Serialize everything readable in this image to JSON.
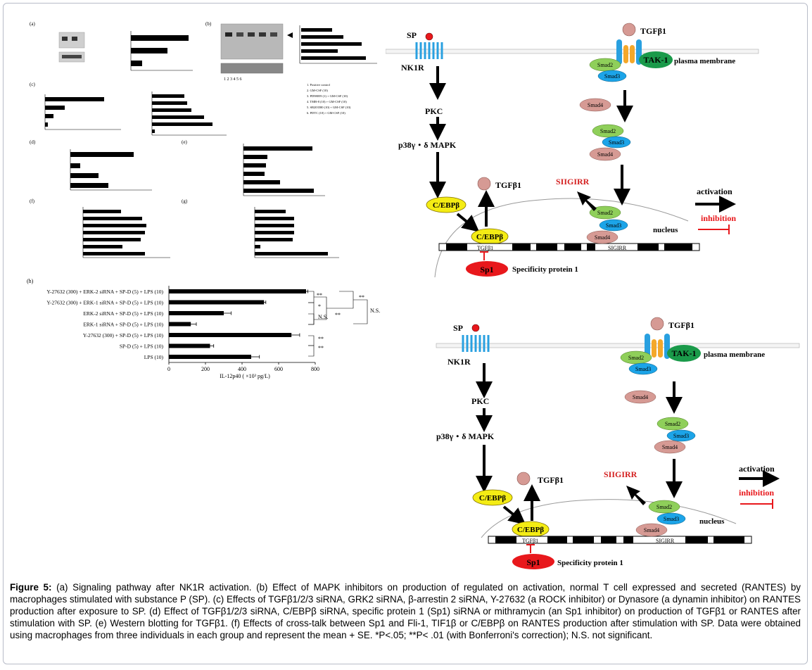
{
  "figure": {
    "panel_letters": [
      "(a)",
      "(b)",
      "(c)",
      "(d)",
      "(e)",
      "(f)",
      "(g)",
      "(h)"
    ],
    "caption_label": "Figure 5:",
    "caption_text": "(a) Signaling pathway after NK1R activation. (b) Effect of MAPK inhibitors on production of regulated on activation, normal T cell expressed and secreted (RANTES) by macrophages stimulated with substance P (SP). (c) Effects of TGFβ1/2/3 siRNA, GRK2 siRNA, β-arrestin 2 siRNA, Y-27632 (a ROCK inhibitor) or Dynasore (a dynamin inhibitor) on RANTES production after exposure to SP. (d) Effect of TGFβ1/2/3 siRNA, C/EBPβ siRNA, specific protein 1 (Sp1) siRNA or mithramycin (an Sp1 inhibitor) on production of TGFβ1 or RANTES after stimulation with SP. (e) Western blotting for TGFβ1. (f) Effects of cross-talk between Sp1 and Fli-1, TIF1β or C/EBPβ on RANTES production after stimulation with SP. Data were obtained using macrophages from three individuals in each group and represent the mean + SE. *P<.05; **P< .01 (with Bonferroni's correction); N.S. not significant."
  },
  "diagram": {
    "sp": "SP",
    "nk1r": "NK1R",
    "pkc": "PKC",
    "p38": "p38γ・δ MAPK",
    "cebpb": "C/EBPβ",
    "tgfb1": "TGFβ1",
    "tak1": "TAK-1",
    "plasma_membrane": "plasma membrane",
    "smad2": "Smad2",
    "smad3": "Smad3",
    "smad4": "Smad4",
    "sigirr": "SIIGIRR",
    "sigirr_gene": "SIGIRR",
    "tgfb1_gene": "TGFβ1",
    "nucleus": "nucleus",
    "sp1": "Sp1",
    "sp1_full": "Specificity protein 1",
    "activation": "activation",
    "inhibition": "inhibition"
  },
  "colors": {
    "sp1": "#e8181c",
    "inhibition": "#e8181c",
    "sigirr": "#d42020",
    "cebpb": "#f4ec14",
    "smad2": "#8fcf5a",
    "smad3": "#1ca4e8",
    "smad4": "#d69a94",
    "tak1": "#1a9a4a",
    "receptor": "#29a0e0"
  },
  "chart_h": {
    "ylabels": [
      "Y-27632 (300) + ERK-2 siRNA + SP-D (5) + LPS (10)",
      "Y-27632 (300) + ERK-1 siRNA + SP-D (5) + LPS (10)",
      "ERK-2 siRNA + SP-D (5) + LPS (10)",
      "ERK-1 siRNA + SP-D (5) + LPS (10)",
      "Y-27632 (300) + SP-D (5) + LPS (10)",
      "SP-D (5) + LPS (10)",
      "LPS (10)"
    ],
    "xticks": [
      "0",
      "200",
      "400",
      "600",
      "800"
    ],
    "xlabel": "IL-12p40 ( ×10³ pg/L)",
    "sig_labels": [
      "**",
      "**",
      "*",
      "N.S.",
      "**",
      "**",
      "**",
      "N.S."
    ]
  },
  "chart_data": [
    {
      "type": "bar",
      "panel": "(h)",
      "orientation": "horizontal",
      "categories": [
        "Y-27632 (300) + ERK-2 siRNA + SP-D (5) + LPS (10)",
        "Y-27632 (300) + ERK-1 siRNA + SP-D (5) + LPS (10)",
        "ERK-2 siRNA + SP-D (5) + LPS (10)",
        "ERK-1 siRNA + SP-D (5) + LPS (10)",
        "Y-27632 (300) + SP-D (5) + LPS (10)",
        "SP-D (5) + LPS (10)",
        "LPS (10)"
      ],
      "values": [
        750,
        520,
        300,
        120,
        670,
        225,
        450
      ],
      "errors": [
        10,
        10,
        40,
        30,
        45,
        20,
        45
      ],
      "xlabel": "IL-12p40 ( ×10³ pg/L)",
      "xlim": [
        0,
        800
      ]
    }
  ]
}
